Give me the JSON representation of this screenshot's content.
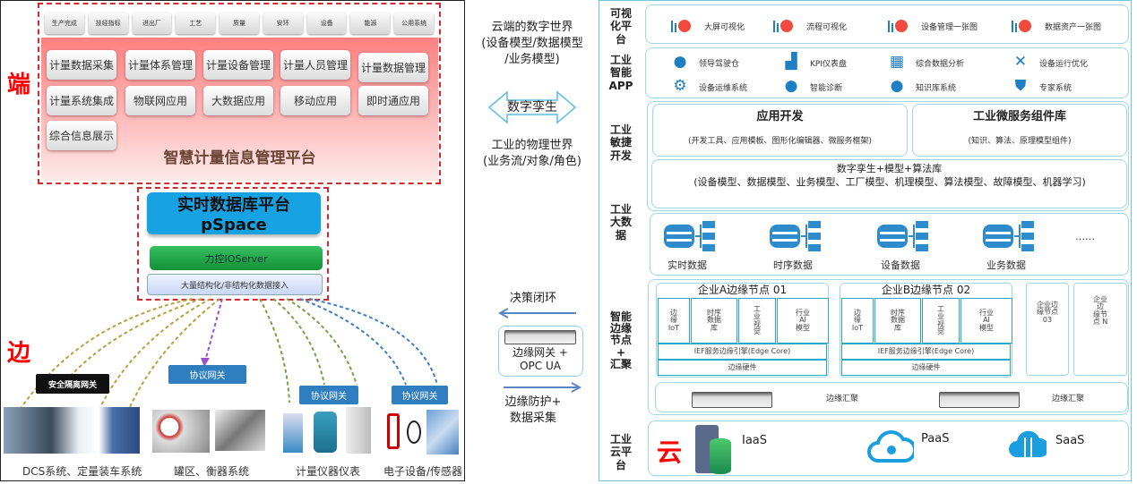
{
  "left": {
    "end_marker": "端",
    "edge_marker": "边",
    "top_tabs": [
      "生产完成",
      "技经指标",
      "进出厂",
      "工艺",
      "质量",
      "安环",
      "设备",
      "能源",
      "公用系统"
    ],
    "modules": [
      "计量数据采集",
      "计量体系管理",
      "计量设备管理",
      "计量人员管理",
      "计量数据管理",
      "计量系统集成",
      "物联网应用",
      "大数据应用",
      "移动应用",
      "即时通应用",
      "综合信息展示"
    ],
    "platform_title": "智慧计量信息管理平台",
    "pspace_title": "实时数据库平台pSpace",
    "ioserver": "力控IOServer",
    "data_access": "大量结构化/非结构化数据接入",
    "security_gateway": "安全隔离网关",
    "protocol_gateway": "协议网关",
    "device_groups": [
      "DCS系统、定量装车系统",
      "罐区、衡器系统",
      "计量仪器仪表",
      "电子设备/传感器"
    ],
    "colors": {
      "red_dash": "#d8282f",
      "pspace": "#17a3e3",
      "ioserver": "#22a84a",
      "gateway": "#2f7fc0"
    }
  },
  "middle": {
    "cloud_world": "云端的数字世界\n(设备模型/数据模型\n/业务模型)",
    "digital_twin": "数字孪生",
    "physical_world": "工业的物理世界\n(业务流/对象/角色)",
    "decision_loop": "决策闭环",
    "edge_gateway": "边缘网关 +\nOPC UA",
    "edge_protect": "边缘防护+\n数据采集"
  },
  "right": {
    "cloud_marker": "云",
    "labels": {
      "visual": "可视\n化平\n台",
      "app": "工业\n智能\nAPP",
      "dev": "工业\n敏捷\n开发",
      "bigdata": "工业\n大数\n据",
      "edge": "智能\n边缘\n节点\n+\n汇聚",
      "cloud": "工业\n云平\n台"
    },
    "visual_items": [
      "大屏可视化",
      "流程可视化",
      "设备管理一张图",
      "数据资产一张图"
    ],
    "app_items": [
      {
        "label": "领导驾驶仓",
        "icon": "head-gear-icon"
      },
      {
        "label": "KPI仪表盘",
        "icon": "growth-chart-icon"
      },
      {
        "label": "综合数据分析",
        "icon": "analysis-icon"
      },
      {
        "label": "设备运行优化",
        "icon": "network-icon"
      },
      {
        "label": "设备运维系统",
        "icon": "robot-arm-icon"
      },
      {
        "label": "智能诊断",
        "icon": "head-gear-icon"
      },
      {
        "label": "知识库系统",
        "icon": "money-bag-icon"
      },
      {
        "label": "专家系统",
        "icon": "shield-icon"
      }
    ],
    "app_dev": {
      "title": "应用开发",
      "desc": "(开发工具、应用模板、图形化编辑器、微服务框架)"
    },
    "microservice": {
      "title": "工业微服务组件库",
      "desc": "(知识、算法、原理模型组件)"
    },
    "twin_lib": {
      "title": "数字孪生+模型+算法库",
      "desc": "(设备模型、数据模型、业务模型、工厂模型、机理模型、算法模型、故障模型、机器学习)"
    },
    "data_items": [
      "实时数据",
      "时序数据",
      "设备数据",
      "业务数据"
    ],
    "data_more": "……",
    "nodes": [
      {
        "title": "企业A边缘节点 01",
        "cells": [
          "边\n缘\nIoT",
          "时序\n数据\n库",
          "工\n业\n视\n觉",
          "行业\nAI\n模型"
        ],
        "engine": "IEF服务边缘引擎(Edge Core)",
        "hardware": "边缘硬件"
      },
      {
        "title": "企业B边缘节点 02",
        "cells": [
          "边\n缘\nIoT",
          "时序\n数据\n库",
          "工\n业\n视\n觉",
          "行业\nAI\n模型"
        ],
        "engine": "IEF服务边缘引擎(Edge Core)",
        "hardware": "边缘硬件"
      }
    ],
    "node_03": "企业边\n缘节点\n03",
    "node_n": "企业\n边\n缘节\n点 N",
    "aggregation": [
      "边缘汇聚",
      "边缘汇聚"
    ],
    "cloud_items": [
      "IaaS",
      "PaaS",
      "SaaS"
    ],
    "colors": {
      "border": "#6cc7dd",
      "icon_blue": "#1f7fc4",
      "pie_red": "#ef4a3c"
    }
  }
}
